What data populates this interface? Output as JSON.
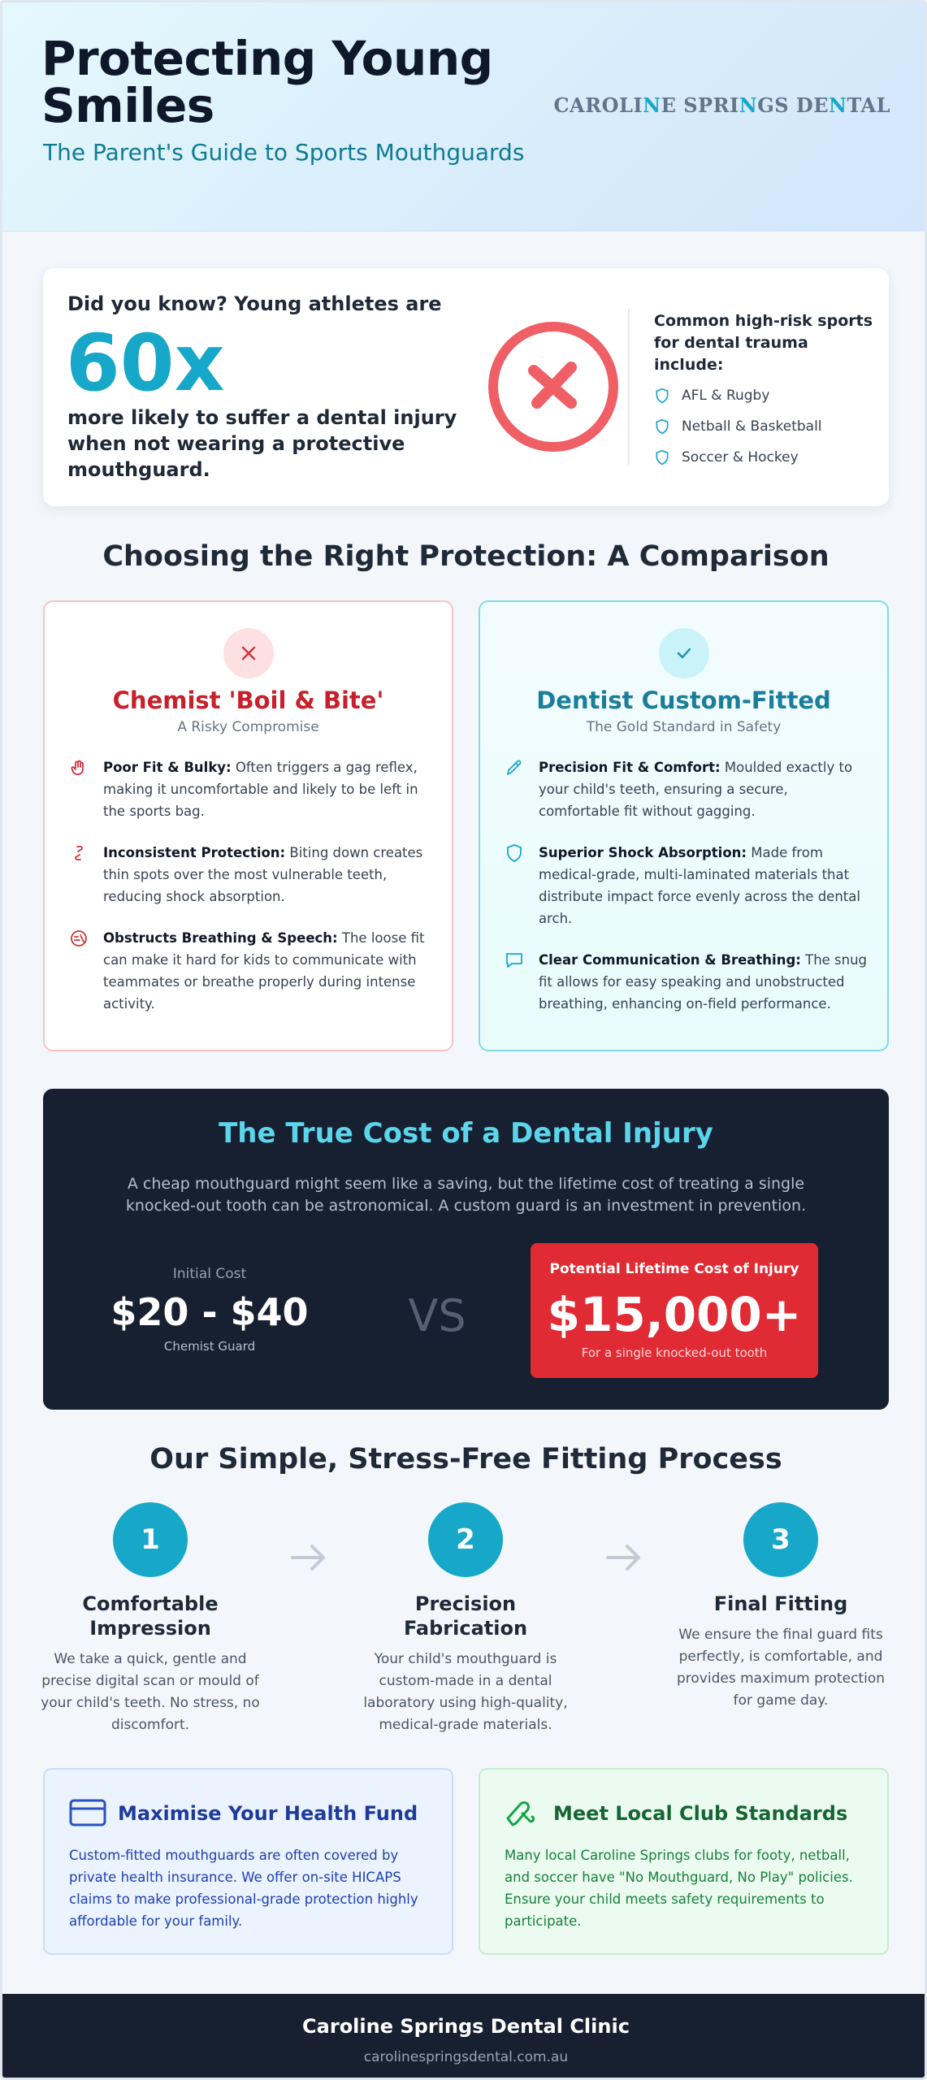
{
  "header": {
    "title": "Protecting Young Smiles",
    "subtitle": "The Parent's Guide to Sports Mouthguards",
    "brand_parts": [
      "CAROLI",
      "N",
      "E SPRI",
      "N",
      "GS DE",
      "N",
      "TAL"
    ]
  },
  "stat": {
    "lead": "Did you know? Young athletes are",
    "value": "60x",
    "tail": "more likely to suffer a dental injury when not wearing a protective mouthguard.",
    "risk_title": "Common high-risk sports for dental trauma include:",
    "risk_sports": [
      "AFL & Rugby",
      "Netball & Basketball",
      "Soccer & Hockey"
    ]
  },
  "comparison": {
    "title": "Choosing the Right Protection: A Comparison",
    "bad": {
      "title": "Chemist 'Boil & Bite'",
      "tagline": "A Risky Compromise",
      "items": [
        {
          "icon": "hand-icon",
          "heading": "Poor Fit & Bulky:",
          "text": "Often triggers a gag reflex, making it uncomfortable and likely to be left in the sports bag."
        },
        {
          "icon": "broken-link-icon",
          "heading": "Inconsistent Protection:",
          "text": "Biting down creates thin spots over the most vulnerable teeth, reducing shock absorption."
        },
        {
          "icon": "no-speech-icon",
          "heading": "Obstructs Breathing & Speech:",
          "text": "The loose fit can make it hard for kids to communicate with teammates or breathe properly during intense activity."
        }
      ]
    },
    "good": {
      "title": "Dentist Custom-Fitted",
      "tagline": "The Gold Standard in Safety",
      "items": [
        {
          "icon": "pencil-icon",
          "heading": "Precision Fit & Comfort:",
          "text": "Moulded exactly to your child's teeth, ensuring a secure, comfortable fit without gagging."
        },
        {
          "icon": "shield-icon",
          "heading": "Superior Shock Absorption:",
          "text": "Made from medical-grade, multi-laminated materials that distribute impact force evenly across the dental arch."
        },
        {
          "icon": "chat-icon",
          "heading": "Clear Communication & Breathing:",
          "text": "The snug fit allows for easy speaking and unobstructed breathing, enhancing on-field performance."
        }
      ]
    }
  },
  "cost": {
    "title": "The True Cost of a Dental Injury",
    "intro": "A cheap mouthguard might seem like a saving, but the lifetime cost of treating a single knocked-out tooth can be astronomical. A custom guard is an investment in prevention.",
    "initial_label": "Initial Cost",
    "initial_value": "$20 - $40",
    "initial_sub": "Chemist Guard",
    "vs": "VS",
    "lifetime_label": "Potential Lifetime Cost of Injury",
    "lifetime_value": "$15,000+",
    "lifetime_sub": "For a single knocked-out tooth"
  },
  "process": {
    "title": "Our Simple, Stress-Free Fitting Process",
    "steps": [
      {
        "number": "1",
        "title": "Comfortable Impression",
        "text": "We take a quick, gentle and precise digital scan or mould of your child's teeth. No stress, no discomfort."
      },
      {
        "number": "2",
        "title": "Precision Fabrication",
        "text": "Your child's mouthguard is custom-made in a dental laboratory using high-quality, medical-grade materials."
      },
      {
        "number": "3",
        "title": "Final Fitting",
        "text": "We ensure the final guard fits perfectly, is comfortable, and provides maximum protection for game day."
      }
    ]
  },
  "info": {
    "fund": {
      "title": "Maximise Your Health Fund",
      "text": "Custom-fitted mouthguards are often covered by private health insurance. We offer on-site HICAPS claims to make professional-grade protection highly affordable for your family."
    },
    "club": {
      "title": "Meet Local Club Standards",
      "text": "Many local Caroline Springs clubs for footy, netball, and soccer have \"No Mouthguard, No Play\" policies. Ensure your child meets safety requirements to participate."
    }
  },
  "footer": {
    "name": "Caroline Springs Dental Clinic",
    "url": "carolinespringsdental.com.au"
  },
  "colors": {
    "accent": "#17a7c9",
    "danger": "#e12b34",
    "dark": "#172030"
  }
}
